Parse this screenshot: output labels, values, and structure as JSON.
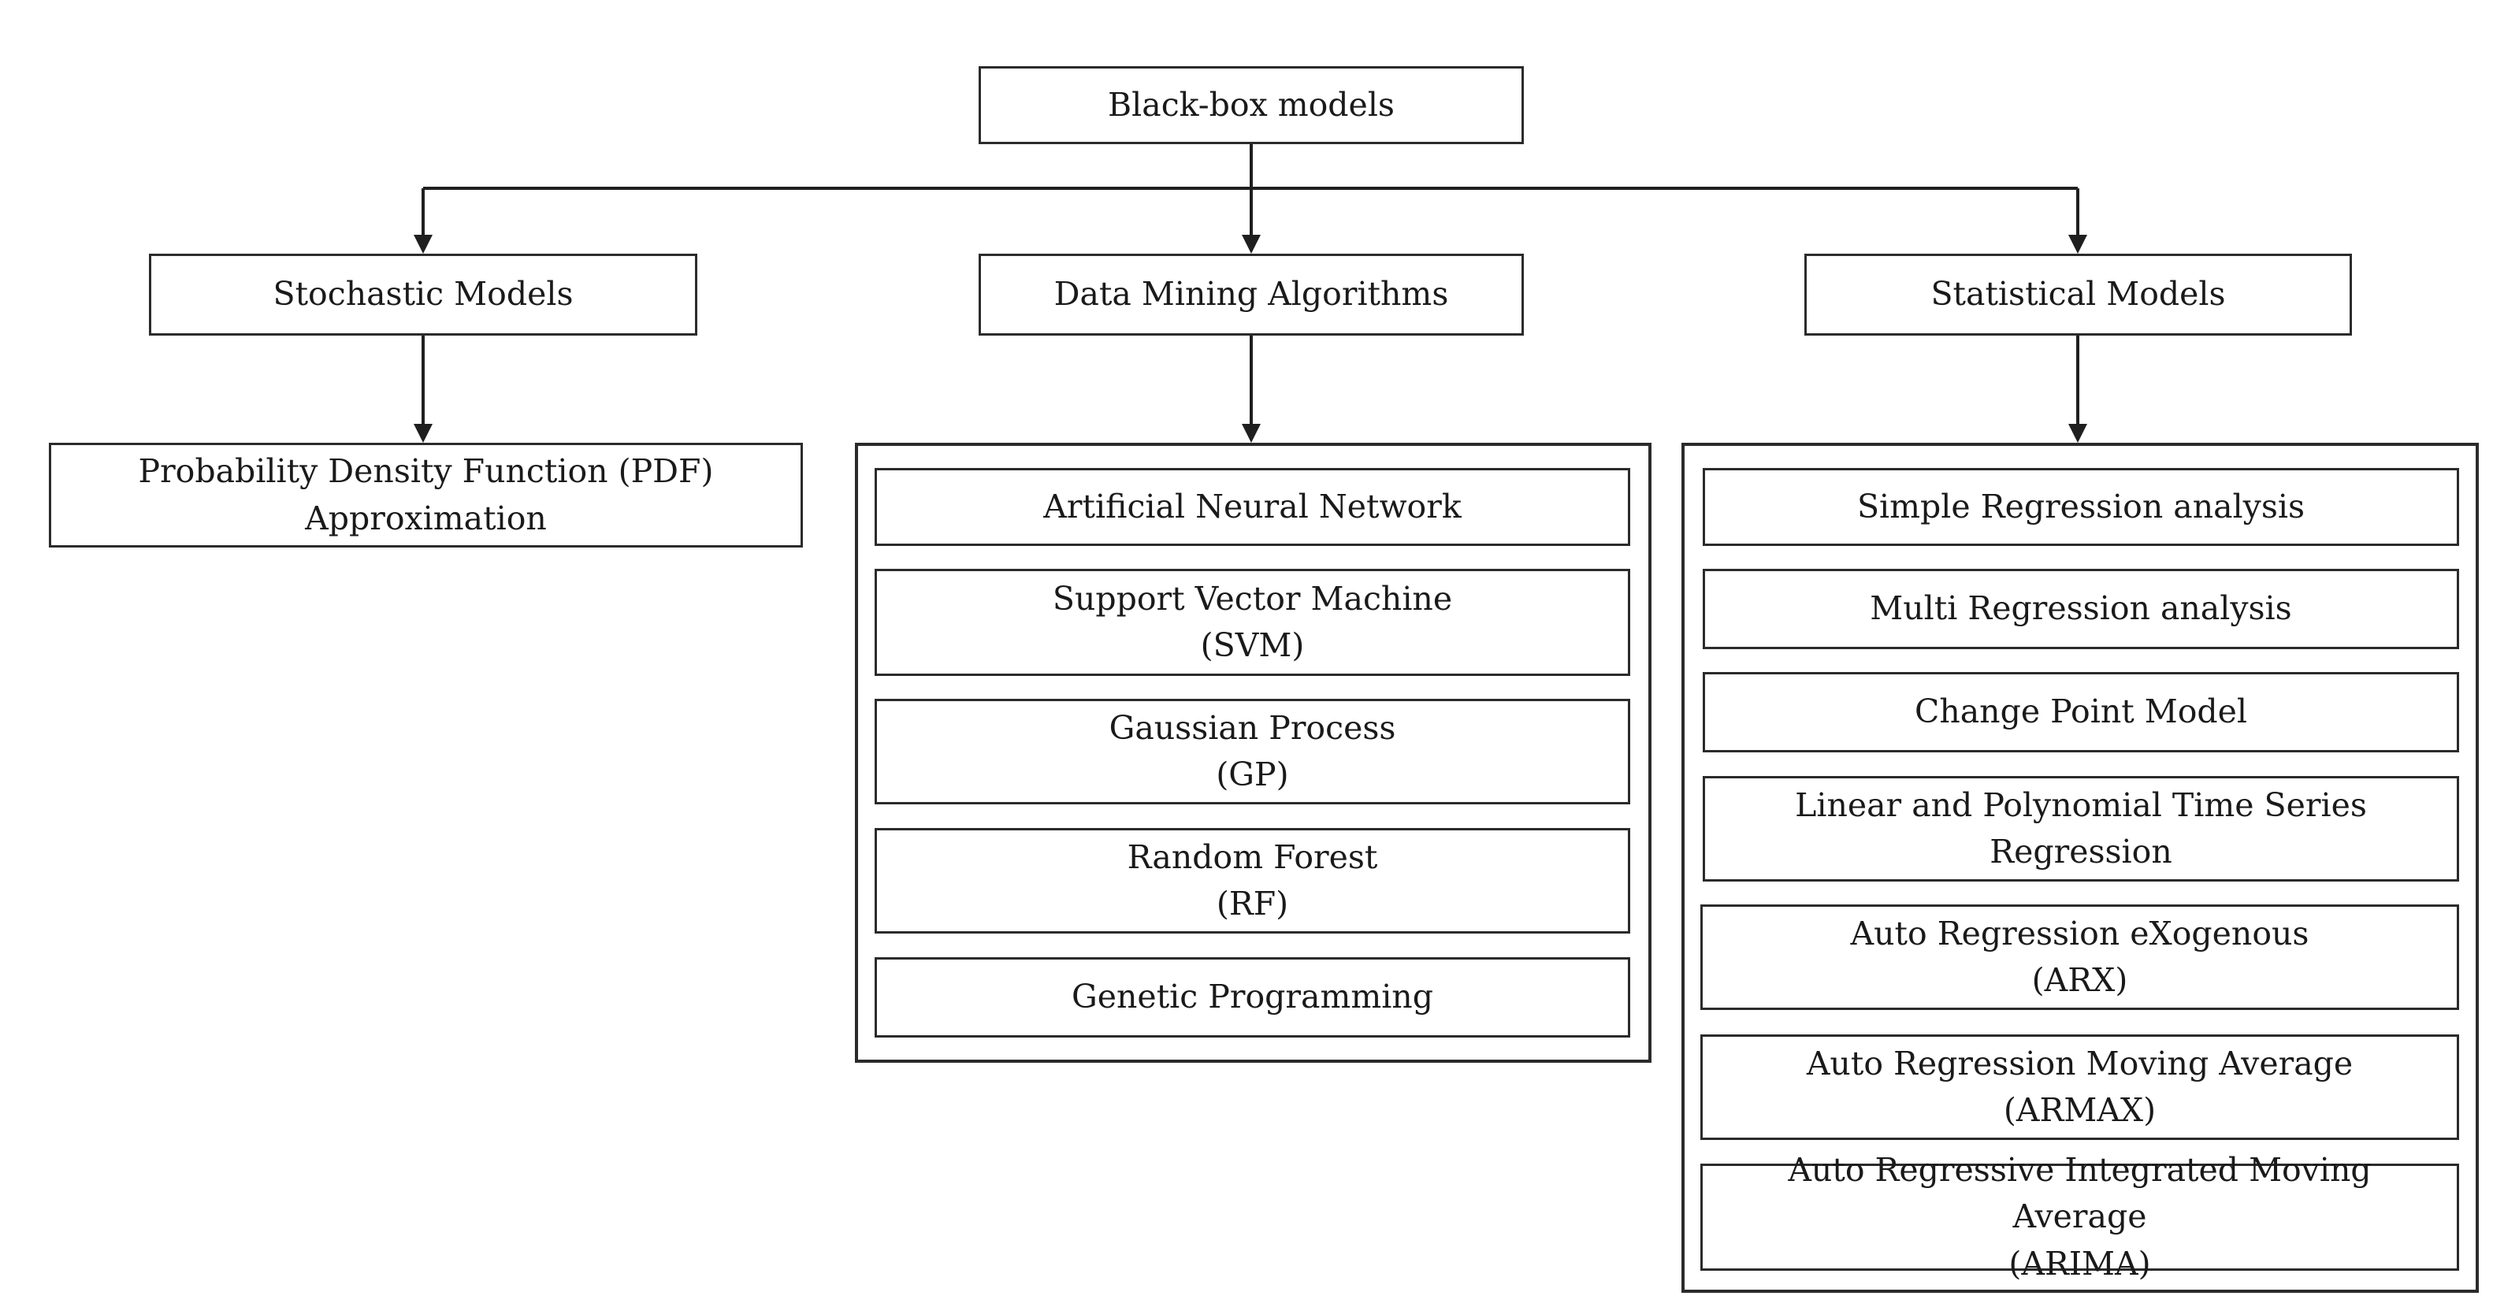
{
  "root": {
    "label": "Black-box models"
  },
  "categories": [
    {
      "label": "Stochastic Models",
      "children": [
        "Probability Density Function (PDF)\nApproximation"
      ]
    },
    {
      "label": "Data Mining Algorithms",
      "children": [
        "Artificial Neural Network",
        "Support Vector Machine\n(SVM)",
        "Gaussian Process\n(GP)",
        "Random Forest\n(RF)",
        "Genetic Programming"
      ]
    },
    {
      "label": "Statistical Models",
      "children": [
        "Simple Regression analysis",
        "Multi Regression analysis",
        "Change Point Model",
        "Linear and Polynomial Time Series\nRegression",
        "Auto Regression eXogenous\n(ARX)",
        "Auto Regression Moving Average\n(ARMAX)",
        "Auto Regressive Integrated Moving Average\n(ARIMA)"
      ]
    }
  ],
  "colors": {
    "line": "#1f1f1f",
    "border": "#2b2b2b",
    "background": "#ffffff"
  }
}
